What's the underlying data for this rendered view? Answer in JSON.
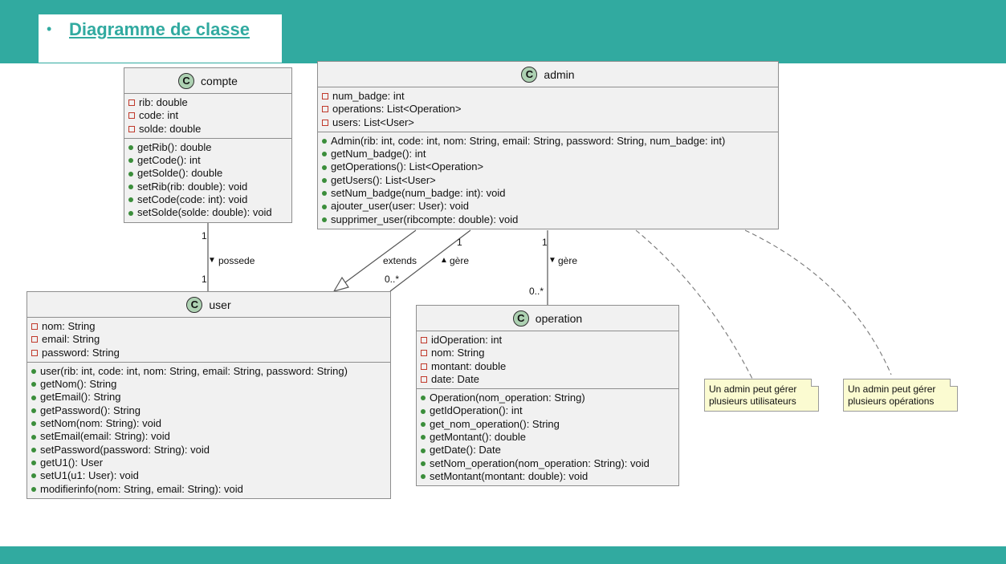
{
  "header": {
    "bullet": "•",
    "title": "Diagramme de classe"
  },
  "classes": {
    "compte": {
      "name": "compte",
      "attributes": [
        "rib: double",
        "code: int",
        "solde: double"
      ],
      "methods": [
        "getRib(): double",
        "getCode(): int",
        "getSolde(): double",
        "setRib(rib: double): void",
        "setCode(code: int): void",
        "setSolde(solde: double): void"
      ]
    },
    "admin": {
      "name": "admin",
      "attributes": [
        "num_badge: int",
        "operations: List<Operation>",
        "users: List<User>"
      ],
      "methods": [
        "Admin(rib: int, code: int, nom: String, email: String, password: String, num_badge: int)",
        "getNum_badge(): int",
        "getOperations(): List<Operation>",
        "getUsers(): List<User>",
        "setNum_badge(num_badge: int): void",
        "ajouter_user(user: User): void",
        "supprimer_user(ribcompte: double): void"
      ]
    },
    "user": {
      "name": "user",
      "attributes": [
        "nom: String",
        "email: String",
        "password: String"
      ],
      "methods": [
        "user(rib: int, code: int, nom: String, email: String, password: String)",
        "getNom(): String",
        "getEmail(): String",
        "getPassword(): String",
        "setNom(nom: String): void",
        "setEmail(email: String): void",
        "setPassword(password: String): void",
        "getU1(): User",
        "setU1(u1: User): void",
        "modifierinfo(nom: String, email: String): void"
      ]
    },
    "operation": {
      "name": "operation",
      "attributes": [
        "idOperation: int",
        "nom: String",
        "montant: double",
        "date: Date"
      ],
      "methods": [
        "Operation(nom_operation: String)",
        "getIdOperation(): int",
        "get_nom_operation(): String",
        "getMontant(): double",
        "getDate(): Date",
        "setNom_operation(nom_operation: String): void",
        "setMontant(montant: double): void"
      ]
    }
  },
  "relations": {
    "compte_user": {
      "label": "possede",
      "arrow": "▼",
      "mult_top": "1",
      "mult_bottom": "1"
    },
    "extends": {
      "label": "extends"
    },
    "admin_user": {
      "label": "gère",
      "arrow": "▲",
      "mult_top": "1",
      "mult_bottom": "0..*"
    },
    "admin_operation": {
      "label": "gère",
      "arrow": "▼",
      "mult_top": "1",
      "mult_bottom": "0..*"
    }
  },
  "notes": [
    {
      "line1": "Un admin peut gérer",
      "line2": "plusieurs utilisateurs"
    },
    {
      "line1": "Un admin peut gérer",
      "line2": "plusieurs opérations"
    }
  ],
  "colors": {
    "band": "#31aaa0",
    "class_bg": "#f1f1f1",
    "class_icon": "#add1b2",
    "note_bg": "#fbfbd1"
  },
  "icons": {
    "class_badge": "C",
    "private": "red-square",
    "public": "green-dot"
  }
}
